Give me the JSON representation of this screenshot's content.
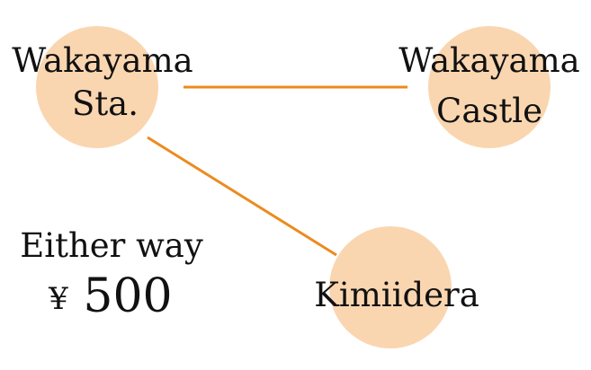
{
  "colors": {
    "node_fill": "#fad6b0",
    "line": "#ec8b1e",
    "text": "#111111"
  },
  "nodes": {
    "station": {
      "line1": "Wakayama",
      "line2": "Sta."
    },
    "castle": {
      "line1": "Wakayama",
      "line2": "Castle"
    },
    "kimiidera": {
      "line1": "Kimiidera"
    }
  },
  "fare": {
    "line1": "Either way",
    "currency": "¥",
    "amount": "500"
  }
}
